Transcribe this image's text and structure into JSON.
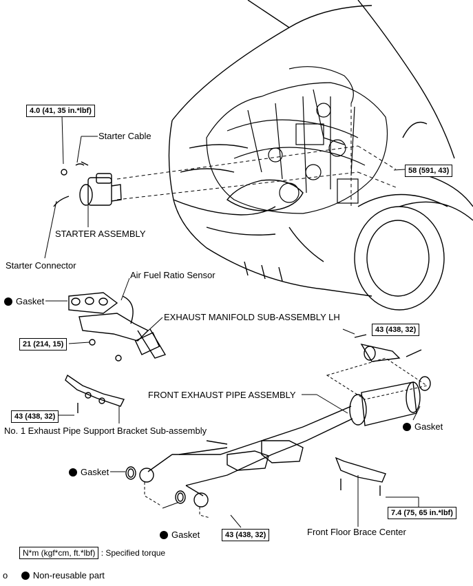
{
  "torques": {
    "starter_cable_nut": "4.0 (41, 35 in.*lbf)",
    "starter_bolt": "58 (591, 43)",
    "manifold_nut": "21 (214, 15)",
    "bracket_bolt": "43 (438, 32)",
    "pipe_support_bolt": "43 (438, 32)",
    "front_pipe_bolt": "43 (438, 32)",
    "brace_bolt": "7.4 (75, 65 in.*lbf)"
  },
  "labels": {
    "starter_cable": "Starter Cable",
    "starter_assembly": "STARTER ASSEMBLY",
    "starter_connector": "Starter Connector",
    "af_sensor": "Air Fuel Ratio Sensor",
    "gasket": "Gasket",
    "exhaust_manifold": "EXHAUST MANIFOLD SUB-ASSEMBLY LH",
    "front_exhaust_pipe": "FRONT EXHAUST PIPE ASSEMBLY",
    "support_bracket": "No. 1 Exhaust Pipe Support Bracket Sub-assembly",
    "floor_brace": "Front Floor Brace Center"
  },
  "legend": {
    "torque_unit": "N*m (kgf*cm, ft.*lbf)",
    "torque_desc": ": Specified torque",
    "marker": "o",
    "nonreusable": "Non-reusable part"
  }
}
